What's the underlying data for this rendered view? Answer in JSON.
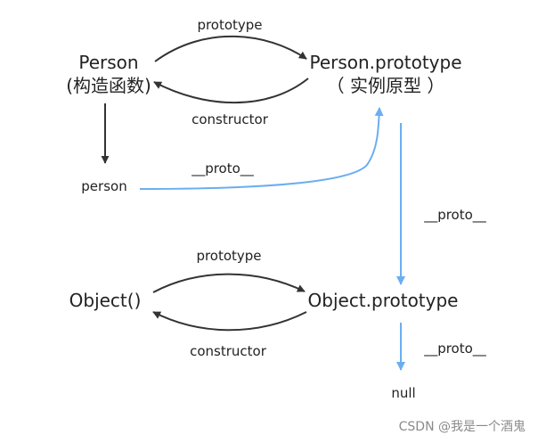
{
  "nodes": {
    "person_constructor": {
      "name": "Person",
      "note": "(构造函数)"
    },
    "person_prototype": {
      "name": "Person.prototype",
      "note": "（ 实例原型 ）"
    },
    "person_instance": {
      "name": "person"
    },
    "object_constructor": {
      "name": "Object()"
    },
    "object_prototype": {
      "name": "Object.prototype"
    },
    "null_node": {
      "name": "null"
    }
  },
  "edges": {
    "person_prototype_label": "prototype",
    "person_constructor_label": "constructor",
    "person_proto_label": "__proto__",
    "personproto_proto_label": "__proto__",
    "object_prototype_label": "prototype",
    "object_constructor_label": "constructor",
    "objectproto_proto_label": "__proto__"
  },
  "colors": {
    "black_arrow": "#333333",
    "blue_arrow": "#6aaef0",
    "text": "#222222"
  },
  "watermark": "CSDN @我是一个酒鬼"
}
